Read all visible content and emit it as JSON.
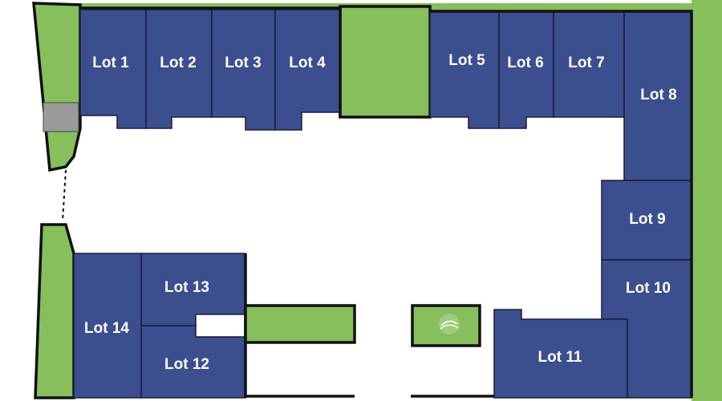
{
  "map": {
    "lots": [
      {
        "id": "lot-1",
        "label": "Lot 1"
      },
      {
        "id": "lot-2",
        "label": "Lot 2"
      },
      {
        "id": "lot-3",
        "label": "Lot 3"
      },
      {
        "id": "lot-4",
        "label": "Lot 4"
      },
      {
        "id": "lot-5",
        "label": "Lot 5"
      },
      {
        "id": "lot-6",
        "label": "Lot 6"
      },
      {
        "id": "lot-7",
        "label": "Lot 7"
      },
      {
        "id": "lot-8",
        "label": "Lot 8"
      },
      {
        "id": "lot-9",
        "label": "Lot 9"
      },
      {
        "id": "lot-10",
        "label": "Lot 10"
      },
      {
        "id": "lot-11",
        "label": "Lot 11"
      },
      {
        "id": "lot-12",
        "label": "Lot 12"
      },
      {
        "id": "lot-13",
        "label": "Lot 13"
      },
      {
        "id": "lot-14",
        "label": "Lot 14"
      }
    ],
    "colors": {
      "lot_fill": "#3b4f8e",
      "green_space": "#86bf5b",
      "outline": "#111111",
      "paved_area": "#ffffff",
      "gray_block": "#9a9a9a"
    },
    "icons": [
      "grass-tuft-icon"
    ]
  }
}
